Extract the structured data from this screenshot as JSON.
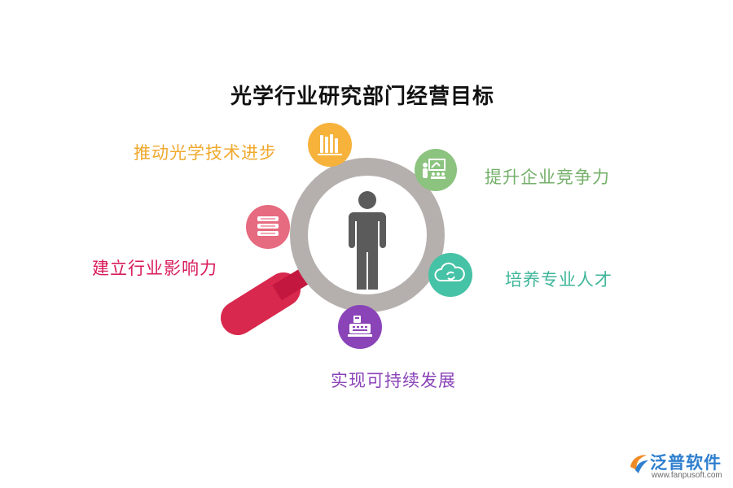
{
  "title": "光学行业研究部门经营目标",
  "goals": [
    {
      "label": "推动光学技术进步",
      "color": "#f6b23b",
      "icon": "books-icon"
    },
    {
      "label": "提升企业竞争力",
      "color": "#8bc37f",
      "icon": "presentation-icon"
    },
    {
      "label": "建立行业影响力",
      "color": "#e2506a",
      "icon": "stacked-books-icon"
    },
    {
      "label": "培养专业人才",
      "color": "#46c2a6",
      "icon": "cloud-sync-icon"
    },
    {
      "label": "实现可持续发展",
      "color": "#8a44b8",
      "icon": "cash-register-icon"
    }
  ],
  "colors": {
    "lens_ring": "#b5b0ad",
    "handle": "#d9284d",
    "person": "#5b5b5b",
    "label_1": "#f0a92f",
    "label_2": "#74b06a",
    "label_3": "#d81b5b",
    "label_4": "#3fb69a",
    "label_5": "#8a44b8"
  },
  "brand": {
    "name": "泛普软件",
    "url": "www.fanpusoft.com"
  }
}
